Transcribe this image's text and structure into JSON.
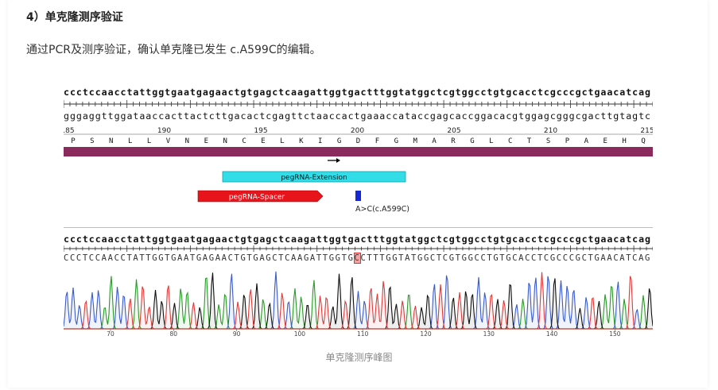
{
  "section": {
    "heading": "4）单克隆测序验证",
    "intro": "通过PCR及测序验证，确认单克隆已发生 c.A599C的编辑。"
  },
  "figure": {
    "ref_top": "ccctccaacctattggtgaatgagaactgtgagctcaagattggtgactttggtatggctcgtggcctgtgcacctcgcccgctgaacatcag",
    "ref_bottom": "gggaggttggataaccacttactcttgacactcgagttctaaccactgaaaccataccgagcaccggacacgtggagcgggcgacttgtagtc",
    "position_labels": [
      "185",
      "190",
      "195",
      "200",
      "205",
      "210",
      "215"
    ],
    "amino_acids": [
      "P",
      "S",
      "N",
      "L",
      "L",
      "V",
      "N",
      "E",
      "N",
      "C",
      "E",
      "L",
      "K",
      "I",
      "G",
      "D",
      "F",
      "G",
      "M",
      "A",
      "R",
      "G",
      "L",
      "C",
      "T",
      "S",
      "P",
      "A",
      "E",
      "H",
      "Q"
    ],
    "features": {
      "extension_label": "pegRNA-Extension",
      "spacer_label": "pegRNA-Spacer",
      "mutation_label": "A>C(c.A599C)"
    },
    "aligned_ref": "ccctccaacctattggtgaatgagaactgtgagctcaagattggtgactttggtatggctcgtggcctgtgcacctcgcccgctgaacatcag",
    "read_seq_before": "CCCTCCAACCTATTGGTGAATGAGAACTGTGAGCTCAAGATTGGTG",
    "read_seq_highlight": "C",
    "read_seq_after": "CTTTGGTATGGCTCGTGGCCTGTGCACCTCGCCCGCTGAACATCAG",
    "chromatogram_ticks": [
      "70",
      "80",
      "90",
      "100",
      "110",
      "120",
      "130",
      "140",
      "150"
    ],
    "caption": "单克隆测序峰图",
    "colors": {
      "band": "#8b2a5c",
      "extension": "#33dde8",
      "spacer": "#e8141c",
      "mutation": "#1426d8",
      "base_A": "#2a9a2a",
      "base_C": "#3b5ccc",
      "base_G": "#111111",
      "base_T": "#e23a3a",
      "highlight": "#f6a3a3"
    }
  }
}
